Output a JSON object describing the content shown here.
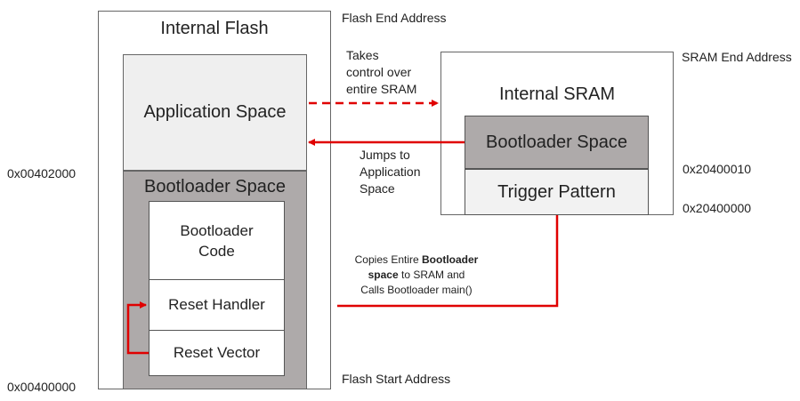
{
  "flash": {
    "title": "Internal Flash",
    "application_space": "Application Space",
    "bootloader_space": "Bootloader Space",
    "bootloader_code_line1": "Bootloader",
    "bootloader_code_line2": "Code",
    "reset_handler": "Reset Handler",
    "reset_vector": "Reset Vector",
    "end_address": "Flash End Address",
    "start_address": "Flash Start Address",
    "addr_bootloader_start": "0x00402000",
    "addr_flash_start": "0x00400000"
  },
  "sram": {
    "title": "Internal SRAM",
    "bootloader_space": "Bootloader Space",
    "trigger_pattern": "Trigger Pattern",
    "end_address": "SRAM End Address",
    "addr_upper": "0x20400010",
    "addr_lower": "0x20400000"
  },
  "annotations": {
    "takes_control": [
      "Takes",
      "control over",
      "entire SRAM"
    ],
    "jumps_to": [
      "Jumps to",
      "Application",
      "Space"
    ],
    "copies_pre": "Copies Entire ",
    "copies_bold1": "Bootloader",
    "copies_bold2": "space",
    "copies_mid": " to SRAM and",
    "copies_end": "Calls Bootloader main()"
  },
  "colors": {
    "arrow_red": "#e00000",
    "flash_app_fill": "#efefef",
    "bootloader_fill": "#aeaaaa",
    "trigger_fill": "#f2f2f2",
    "border": "#555555"
  }
}
